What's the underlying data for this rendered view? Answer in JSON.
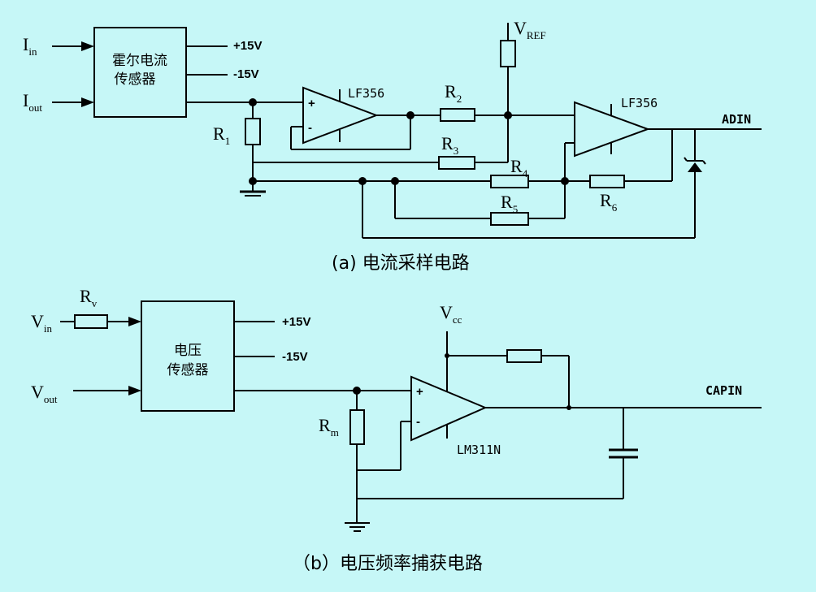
{
  "colors": {
    "background": "#c6f7f7",
    "line": "#000000"
  },
  "circuit_a": {
    "caption": "(a) 电流采样电路",
    "sensor_line1": "霍尔电流",
    "sensor_line2": "传感器",
    "input_in": {
      "main": "I",
      "sub": "in"
    },
    "input_out": {
      "main": "I",
      "sub": "out"
    },
    "supply_pos": "+15V",
    "supply_neg": "-15V",
    "vref": {
      "main": "V",
      "sub": "REF"
    },
    "opamp1_label": "LF356",
    "opamp2_label": "LF356",
    "output_label": "ADIN",
    "opamp_plus": "+",
    "opamp_minus": "-",
    "resistors": [
      {
        "main": "R",
        "sub": "1"
      },
      {
        "main": "R",
        "sub": "2"
      },
      {
        "main": "R",
        "sub": "3"
      },
      {
        "main": "R",
        "sub": "4"
      },
      {
        "main": "R",
        "sub": "5"
      },
      {
        "main": "R",
        "sub": "6"
      }
    ]
  },
  "circuit_b": {
    "caption": "（b）电压频率捕获电路",
    "sensor_line1": "电压",
    "sensor_line2": "传感器",
    "input_in": {
      "main": "V",
      "sub": "in"
    },
    "input_out": {
      "main": "V",
      "sub": "out"
    },
    "supply_pos": "+15V",
    "supply_neg": "-15V",
    "vcc": {
      "main": "V",
      "sub": "cc"
    },
    "resistor_rv": {
      "main": "R",
      "sub": "v"
    },
    "resistor_rm": {
      "main": "R",
      "sub": "m"
    },
    "comparator_label": "LM311N",
    "output_label": "CAPIN",
    "opamp_plus": "+",
    "opamp_minus": "-"
  }
}
